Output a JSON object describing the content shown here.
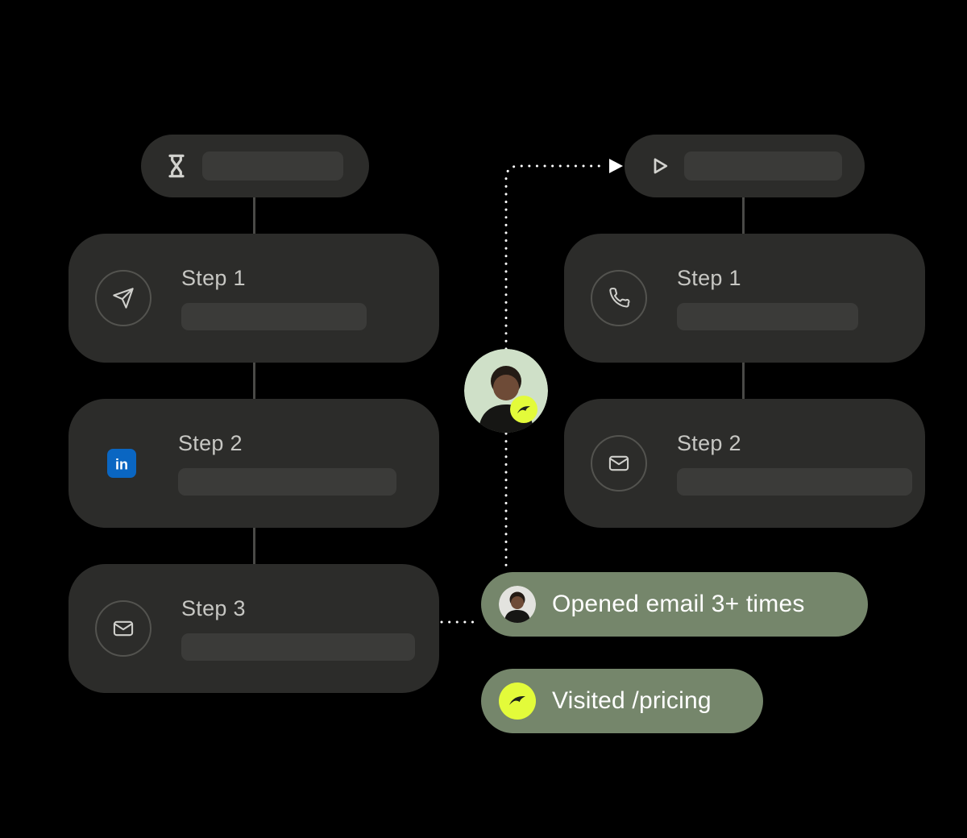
{
  "left_workflow": {
    "header": {
      "icon": "hourglass-icon"
    },
    "steps": [
      {
        "label": "Step 1",
        "icon": "send-icon"
      },
      {
        "label": "Step 2",
        "icon": "linkedin-icon"
      },
      {
        "label": "Step 3",
        "icon": "email-icon"
      }
    ]
  },
  "right_workflow": {
    "header": {
      "icon": "play-icon"
    },
    "steps": [
      {
        "label": "Step 1",
        "icon": "phone-icon"
      },
      {
        "label": "Step 2",
        "icon": "email-icon"
      }
    ]
  },
  "lead_avatar": {
    "icon": "person-avatar",
    "badge_icon": "bird-icon"
  },
  "badges": [
    {
      "label": "Opened email 3+ times",
      "icon": "person-avatar"
    },
    {
      "label": "Visited /pricing",
      "icon": "bird-icon"
    }
  ],
  "icons": {
    "linkedin_text": "in"
  },
  "colors": {
    "background": "#000000",
    "card": "#2c2c2a",
    "placeholder_bar": "#3b3b39",
    "step_text": "#c7c7c3",
    "badge_green": "#75866b",
    "brand_yellow": "#e3fb3a",
    "avatar_green": "#cfe0c8",
    "linkedin_blue": "#0a66c2",
    "connector": "#4a4a47",
    "dotted_line": "#ffffff"
  }
}
